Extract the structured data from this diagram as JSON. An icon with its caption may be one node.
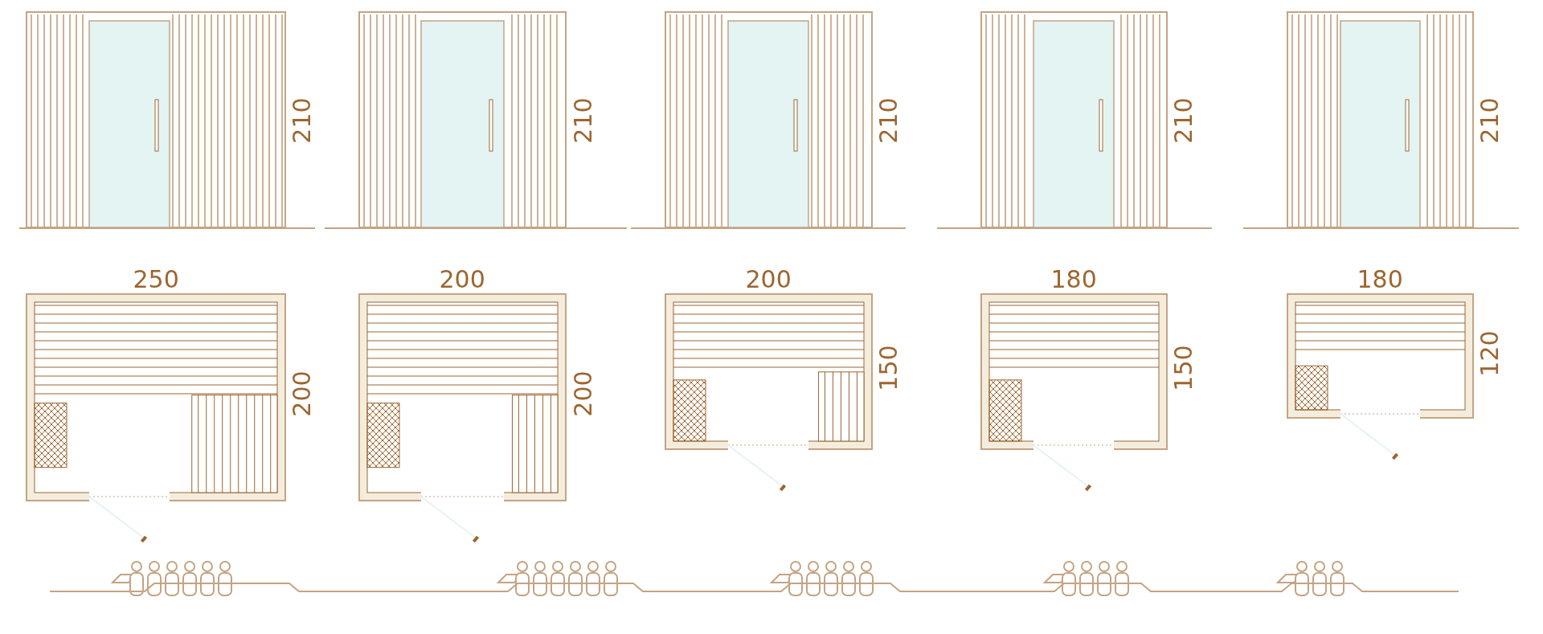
{
  "diagram": {
    "labels": [
      "210",
      "210",
      "210",
      "210",
      "210",
      "250",
      "200",
      "200",
      "180",
      "180",
      "200",
      "200",
      "150",
      "150",
      "120"
    ]
  }
}
